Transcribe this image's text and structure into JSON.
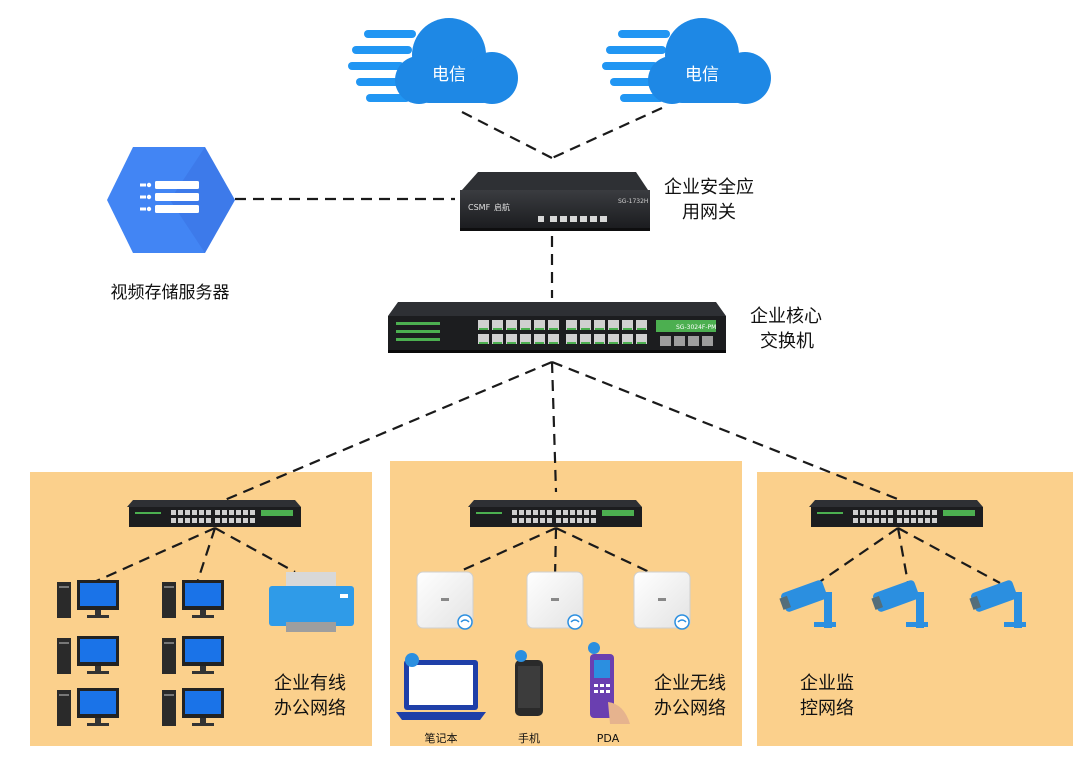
{
  "clouds": [
    {
      "label": "电信"
    },
    {
      "label": "电信"
    }
  ],
  "gateway": {
    "label_line1": "企业安全应",
    "label_line2": "用网关",
    "brand": "CSMF",
    "brand_cn": "启航",
    "model": "SG-1732H"
  },
  "storage": {
    "label": "视频存储服务器"
  },
  "core_switch": {
    "label_line1": "企业核心",
    "label_line2": "交换机",
    "model": "SG-3024F-PM"
  },
  "zones": [
    {
      "label_line1": "企业有线",
      "label_line2": "办公网络"
    },
    {
      "label_line1": "企业无线",
      "label_line2": "办公网络"
    },
    {
      "label_line1": "企业监",
      "label_line2": "控网络"
    }
  ],
  "devices": {
    "laptop": "笔记本",
    "phone": "手机",
    "pda": "PDA"
  },
  "colors": {
    "cloud": "#1e88e5",
    "cloud_stripes": "#2196f3",
    "zone_fill": "#fbd08c",
    "storage_hex": "#4285f4",
    "printer": "#2f9be8",
    "camera": "#2b8fe0",
    "monitor": "#1a73e8",
    "switch_body": "#1c1d1f",
    "port_green": "#4caf50"
  }
}
